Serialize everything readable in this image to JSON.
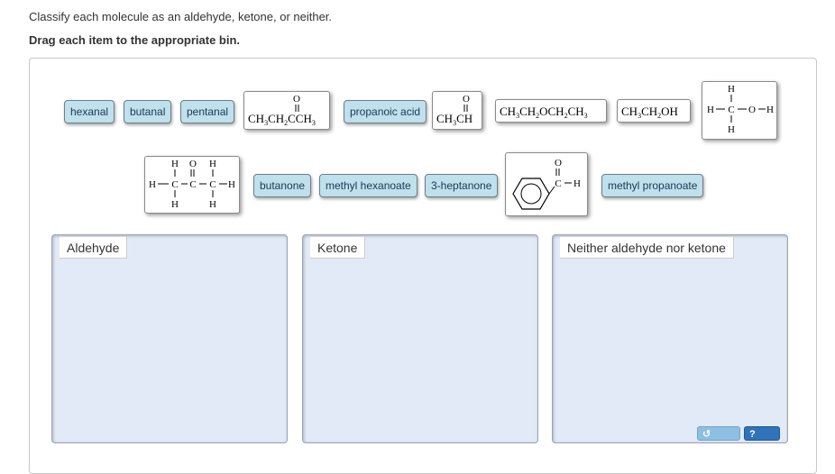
{
  "instructions": {
    "line1": "Classify each molecule as an aldehyde, ketone, or neither.",
    "line2": "Drag each item to the appropriate bin."
  },
  "chips": {
    "hexanal": "hexanal",
    "butanal": "butanal",
    "pentanal": "pentanal",
    "propanoic_acid": "propanoic acid",
    "butanone": "butanone",
    "methyl_hexanoate": "methyl hexanoate",
    "heptanone": "3-heptanone",
    "methyl_propanoate": "methyl propanoate"
  },
  "molecules": {
    "ketone_formula": "CH3CH2CCH3",
    "aldehyde_formula": "CH3CH",
    "ether_formula": "CH3CH2OCH2CH3",
    "alcohol_formula": "CH3CH2OH",
    "methanol_struct": "H-C-O-H",
    "ethanal_struct": "H-C-C-C-H",
    "benzaldehyde_struct": "C-H"
  },
  "bins": {
    "aldehyde": "Aldehyde",
    "ketone": "Ketone",
    "neither": "Neither aldehyde nor ketone"
  },
  "buttons": {
    "reset": "reset",
    "help": "? help"
  },
  "colors": {
    "chip_bg": "#bfe0ec",
    "bin_bg": "#e3eaf7",
    "help_bg": "#2f73b9",
    "reset_bg": "#8dbfe2"
  }
}
